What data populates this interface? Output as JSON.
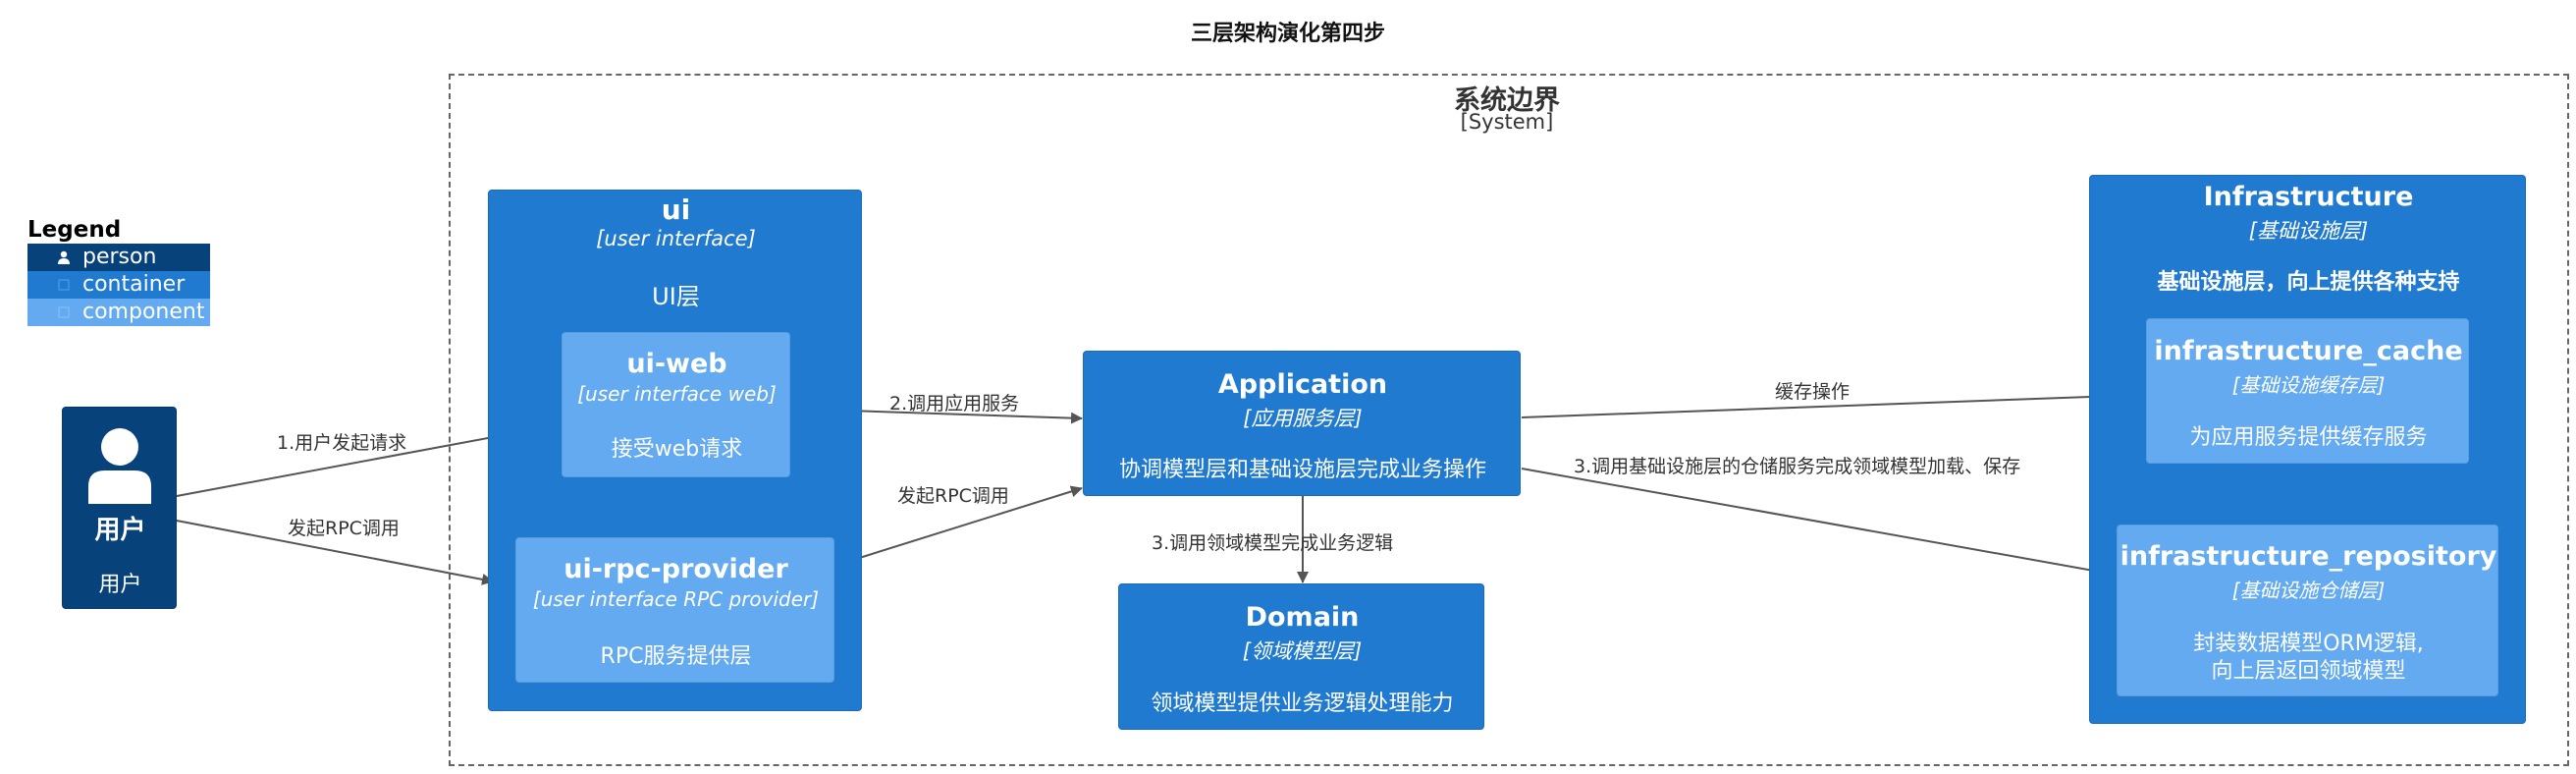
{
  "title": "三层架构演化第四步",
  "boundary": {
    "name": "系统边界",
    "type": "[System]"
  },
  "legend": {
    "title": "Legend",
    "items": [
      {
        "label": "person",
        "color": "#08427b"
      },
      {
        "label": "container",
        "color": "#1f7ad0"
      },
      {
        "label": "component",
        "color": "#63aaf0"
      }
    ]
  },
  "person": {
    "name": "用户",
    "description": "用户"
  },
  "containers": {
    "ui": {
      "name": "ui",
      "tech": "[user interface]",
      "description": "UI层"
    },
    "application": {
      "name": "Application",
      "tech": "[应用服务层]",
      "description": "协调模型层和基础设施层完成业务操作"
    },
    "domain": {
      "name": "Domain",
      "tech": "[领域模型层]",
      "description": "领域模型提供业务逻辑处理能力"
    },
    "infrastructure": {
      "name": "Infrastructure",
      "tech": "[基础设施层]",
      "description": "基础设施层，向上提供各种支持"
    }
  },
  "components": {
    "ui_web": {
      "name": "ui-web",
      "tech": "[user interface web]",
      "description": "接受web请求"
    },
    "ui_rpc": {
      "name": "ui-rpc-provider",
      "tech": "[user interface RPC provider]",
      "description": "RPC服务提供层"
    },
    "infra_cache": {
      "name": "infrastructure_cache",
      "tech": "[基础设施缓存层]",
      "description": "为应用服务提供缓存服务"
    },
    "infra_repo": {
      "name": "infrastructure_repository",
      "tech": "[基础设施仓储层]",
      "description_line1": "封装数据模型ORM逻辑,",
      "description_line2": "向上层返回领域模型"
    }
  },
  "arrows": {
    "user_to_web": "1.用户发起请求",
    "user_to_rpc": "发起RPC调用",
    "web_to_app": "2.调用应用服务",
    "rpc_to_app": "发起RPC调用",
    "app_to_domain": "3.调用领域模型完成业务逻辑",
    "app_to_cache": "缓存操作",
    "app_to_repo": "3.调用基础设施层的仓储服务完成领域模型加载、保存"
  }
}
